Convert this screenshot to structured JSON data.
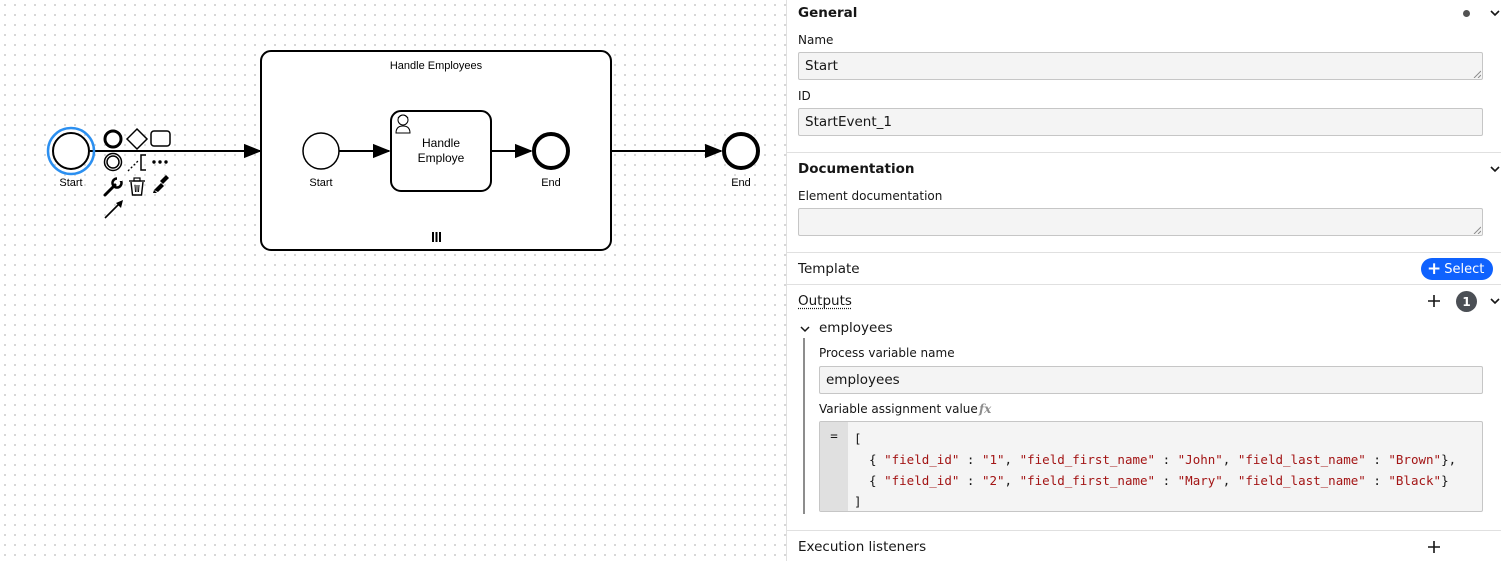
{
  "diagram": {
    "start_event_label": "Start",
    "subprocess_title": "Handle Employees",
    "inner_start_label": "Start",
    "task_label_line1": "Handle",
    "task_label_line2": "Employe",
    "inner_end_label": "End",
    "outer_end_label": "End",
    "context_pad_icons": [
      "end-event-icon",
      "gateway-icon",
      "task-icon",
      "intermediate-event-icon",
      "text-annotation-icon",
      "more-icon",
      "wrench-icon",
      "trash-icon",
      "paintbrush-icon",
      "connect-arrow-icon"
    ],
    "subprocess_marker": "parallel-multi-instance-icon"
  },
  "panel": {
    "general": {
      "title": "General",
      "name_label": "Name",
      "name_value": "Start",
      "id_label": "ID",
      "id_value": "StartEvent_1"
    },
    "documentation": {
      "title": "Documentation",
      "element_doc_label": "Element documentation",
      "element_doc_value": ""
    },
    "template": {
      "title": "Template",
      "select_label": "Select"
    },
    "outputs": {
      "title": "Outputs",
      "count": "1",
      "item": {
        "title": "employees",
        "process_variable_label": "Process variable name",
        "process_variable_value": "employees",
        "assignment_label": "Variable assignment value",
        "fx_label": "fx",
        "gutter": "=",
        "code": {
          "open": "[",
          "row1": {
            "k1": "\"field_id\"",
            "v1": "\"1\"",
            "k2": "\"field_first_name\"",
            "v2": "\"John\"",
            "k3": "\"field_last_name\"",
            "v3": "\"Brown\""
          },
          "row2": {
            "k1": "\"field_id\"",
            "v1": "\"2\"",
            "k2": "\"field_first_name\"",
            "v2": "\"Mary\"",
            "k3": "\"field_last_name\"",
            "v3": "\"Black\""
          },
          "close": "]"
        }
      }
    },
    "execution_listeners": {
      "title": "Execution listeners"
    }
  },
  "colors": {
    "selection": "#2b8ff0",
    "accent": "#0f62fe",
    "badge": "#4b4f55",
    "string": "#a31515"
  }
}
